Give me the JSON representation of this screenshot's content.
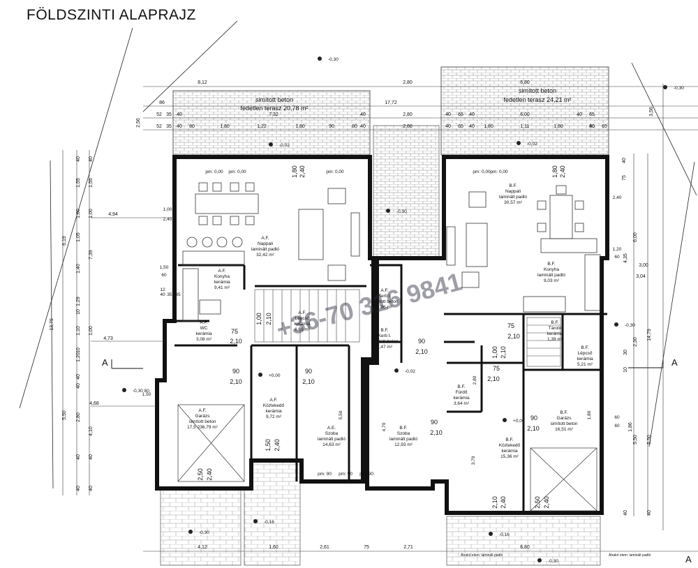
{
  "title": "FÖLDSZINTI ALAPRAJZ",
  "phone_watermark": "+36-70 316 9841",
  "section_mark": "A",
  "terraces": [
    {
      "material": "simított beton",
      "label": "fedetlen terasz 20,78 m²"
    },
    {
      "material": "simított beton",
      "label": "fedetlen terasz 24,21 m²"
    }
  ],
  "rooms": [
    {
      "id": "nappali-a",
      "code": "A.F.",
      "name": "Nappali",
      "floor": "laminált padló",
      "area": "32,42 m²"
    },
    {
      "id": "konyha-a",
      "code": "A.F.",
      "name": "Konyha",
      "floor": "kerámia",
      "area": "9,41 m²"
    },
    {
      "id": "wc-a",
      "code": "A.F.",
      "name": "WC",
      "floor": "kerámia",
      "area": "3,08 m²"
    },
    {
      "id": "lepcso-a",
      "code": "A.F.",
      "name": "Lépcső",
      "floor": "kerámia",
      "area": "6,69 m²"
    },
    {
      "id": "kerti-a",
      "code": "A.F.",
      "name": "Kerti t.",
      "floor": "simított beton",
      "area": "2,36 m²"
    },
    {
      "id": "kerti-b",
      "code": "B.F.",
      "name": "Kerti t.",
      "floor": "simított beton",
      "area": "2,47 m²"
    },
    {
      "id": "garazs-a",
      "code": "A.F.",
      "name": "Garázs",
      "floor": "simított beton",
      "area": "17,5 236,79 m²"
    },
    {
      "id": "kozlekedo-a",
      "code": "A.F.",
      "name": "Közlekedő",
      "floor": "kerámia",
      "area": "9,72 m²"
    },
    {
      "id": "szoba-a",
      "code": "A.E.",
      "name": "Szoba",
      "floor": "laminált padló",
      "area": "14,63 m²"
    },
    {
      "id": "szoba-b",
      "code": "B.F.",
      "name": "Szoba",
      "floor": "laminált padló",
      "area": "12,93 m²"
    },
    {
      "id": "nappali-b",
      "code": "B.F.",
      "name": "Nappali",
      "floor": "laminált padló",
      "area": "30,57 m²"
    },
    {
      "id": "konyha-b",
      "code": "B.F.",
      "name": "Konyha",
      "floor": "laminált padló",
      "area": "9,03 m²"
    },
    {
      "id": "tarolo-b",
      "code": "B.F.",
      "name": "Tároló",
      "floor": "kerámia",
      "area": "1,39 m²"
    },
    {
      "id": "lepcso-b",
      "code": "B.F.",
      "name": "Lépcső",
      "floor": "kerámia",
      "area": "5,21 m²"
    },
    {
      "id": "furdo-b",
      "code": "B.F.",
      "name": "Fürdő",
      "floor": "kerámia",
      "area": "3,64 m²"
    },
    {
      "id": "kozlekedo-b",
      "code": "B.F.",
      "name": "Közlekedő",
      "floor": "kerámia",
      "area": "15,36 m²"
    },
    {
      "id": "garazs-b",
      "code": "B.F.",
      "name": "Garázs",
      "floor": "simított beton",
      "area": "16,51 m²"
    }
  ],
  "top_dims": {
    "row1": [
      "8,12",
      "2,80",
      "6,80"
    ],
    "row2": [
      "86",
      "17,72"
    ],
    "row3": [
      "52",
      "35",
      "40",
      "7,32",
      "40",
      "2,80",
      "40",
      "65",
      "40",
      "6,00",
      "40",
      "65"
    ],
    "row4": [
      "52",
      "35",
      "40",
      "80",
      "1,80",
      "1,22",
      "1,80",
      "90",
      "80",
      "40",
      "2,80",
      "40",
      "65",
      "40",
      "1,80",
      "1,11",
      "1,80",
      "80",
      "65",
      "40"
    ],
    "side": "2,56",
    "right": "3,56"
  },
  "bottom_dims": [
    "4,12",
    "1,60",
    "2,61",
    "75",
    "2,71",
    "6,80"
  ],
  "left_dims": {
    "outer": [
      "13,79"
    ],
    "col2": [
      "6,19",
      "5,50"
    ],
    "col3": [
      "40",
      "1,55",
      "1,00",
      "1,05",
      "1,40",
      "1,29",
      "10",
      "1,10",
      "10",
      "1,20",
      "40",
      "40",
      "2,80",
      "40",
      "40"
    ],
    "col4": [
      "40",
      "1,55",
      "1,00",
      "7,39",
      "1,00",
      "4,10",
      "40",
      "40"
    ]
  },
  "right_dims": [
    "75",
    "40",
    "6,00",
    "4,35",
    "2,30",
    "30",
    "14,79",
    "10",
    "1,86",
    "5,50",
    "5,50",
    "40",
    "40"
  ],
  "offsets": {
    "a_left1": "4,94",
    "a_left2": "4,73",
    "a_left3": "4,68",
    "b_right1": "3,00",
    "b_right2": "3,04"
  },
  "level_marks": [
    "-0,30",
    "-0,02",
    "-0,30",
    "-0,02",
    "-0,30",
    "+0,00",
    "+0,00",
    "-0,02",
    "-0,16",
    "-0,30",
    "-0,16",
    "-0,30",
    "-0,30",
    "-0,30 80"
  ],
  "openings": [
    "1,80",
    "2,40",
    "1,80",
    "2,40",
    "90",
    "2,10",
    "75",
    "2,10",
    "1,00",
    "2,10",
    "90",
    "2,10",
    "90",
    "2,10",
    "1,50",
    "2,40",
    "2,50",
    "2,40",
    "90",
    "2,10",
    "75",
    "2,10",
    "1,00",
    "2,10",
    "90",
    "2,10",
    "2,50",
    "2,40",
    "2,10",
    "2,40",
    "75",
    "2,10"
  ],
  "window_labels": [
    "pm: 0,00",
    "pm: 0,00",
    "pm: 0,00",
    "pm: 0,00",
    "pm: 0,00",
    "pm: 90",
    "pm: 90",
    "pm: 90",
    "1,00",
    "2,40",
    "1,50",
    "60",
    "1,20",
    "60",
    "12",
    "35",
    "40",
    "35",
    "1,50",
    "1,80",
    "2,40",
    "60",
    "60",
    "3,79",
    "4,70",
    "5,50",
    "2,80"
  ],
  "footer_notes": [
    "Átrakó elem: laminált padló",
    "Átrakó elem: laminált padló"
  ]
}
